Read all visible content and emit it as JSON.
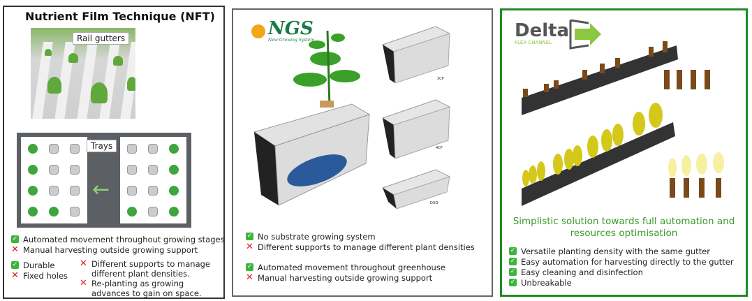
{
  "nft": {
    "title": "Nutrient Film Technique (NFT)",
    "photo_label": "Rail gutters",
    "trays_label": "Trays",
    "items": [
      {
        "type": "pro",
        "text": "Automated movement throughout growing stages"
      },
      {
        "type": "con",
        "text": "Manual harvesting outside growing support"
      }
    ],
    "left_items": [
      {
        "type": "pro",
        "text": "Durable"
      },
      {
        "type": "con",
        "text": "Fixed holes"
      }
    ],
    "right_items": [
      {
        "type": "con",
        "text": "Different supports to manage different plant densities."
      },
      {
        "type": "con",
        "text": "Re-planting as growing advances to gain on space."
      }
    ]
  },
  "ngs": {
    "logo_text": "NGS",
    "logo_subtitle": "New Growing System",
    "gutter_labels": [
      "3CP",
      "4CP",
      "DUO"
    ],
    "items": [
      {
        "type": "pro",
        "text": "No substrate growing system"
      },
      {
        "type": "con",
        "text": "Different supports to manage different plant densities"
      },
      {
        "type": "pro",
        "text": "Automated movement throughout greenhouse"
      },
      {
        "type": "con",
        "text": "Manual harvesting outside growing support"
      }
    ]
  },
  "delta": {
    "logo_text": "Delta",
    "logo_subtitle": "FLEX CHANNEL",
    "headline": "Simplistic solution towards full automation and resources optimisation",
    "items": [
      {
        "type": "pro",
        "text": "Versatile planting density with the same gutter"
      },
      {
        "type": "pro",
        "text": "Easy automation for harvesting directly to the gutter"
      },
      {
        "type": "pro",
        "text": "Easy cleaning and disinfection"
      },
      {
        "type": "pro",
        "text": "Unbreakable"
      }
    ]
  },
  "icons": {
    "pro": "check-box-icon",
    "con": "cross-icon"
  },
  "colors": {
    "pro": "#3db53d",
    "con": "#e02020",
    "delta_green": "#1f8a1f",
    "headline": "#3a9a2a"
  }
}
